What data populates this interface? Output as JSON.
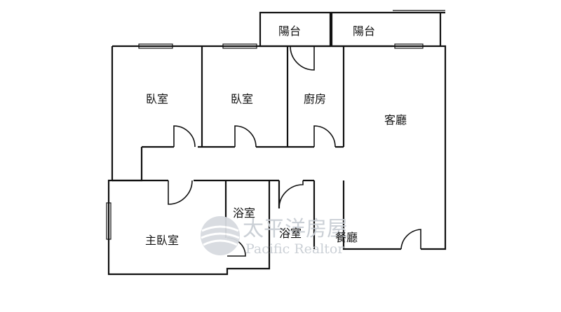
{
  "rooms": {
    "balcony_left": "陽台",
    "balcony_right": "陽台",
    "bedroom_1": "臥室",
    "bedroom_2": "臥室",
    "kitchen": "廚房",
    "living_room": "客廳",
    "bathroom_1": "浴室",
    "bathroom_2": "浴室",
    "master_bedroom": "主臥室",
    "dining_room": "餐廳"
  },
  "watermark": {
    "chinese": "太平洋房屋",
    "english": "Pacific Realtor"
  },
  "colors": {
    "wall": "#111111",
    "watermark": "#c9ced4"
  }
}
